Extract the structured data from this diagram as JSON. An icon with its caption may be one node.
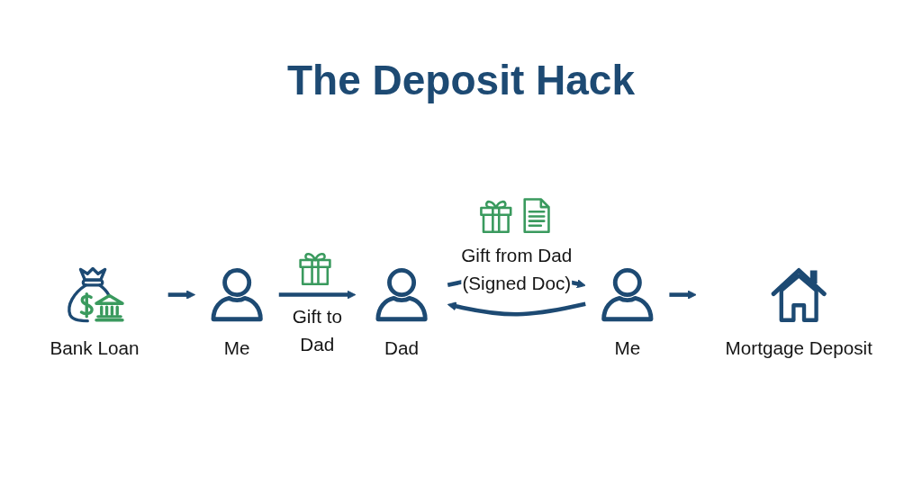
{
  "diagram": {
    "title": "The Deposit Hack",
    "nodes": [
      {
        "text": [
          "Bank Loan"
        ]
      },
      {
        "text": [
          "Me"
        ]
      },
      {
        "text": [
          "Dad"
        ]
      },
      {
        "text": [
          "Me"
        ]
      },
      {
        "text": [
          "Mortgage Deposit"
        ]
      }
    ],
    "edges": [
      {
        "from": 0,
        "to": 1,
        "arrow": "to"
      },
      {
        "from": 1,
        "to": 2,
        "arrow": "to",
        "label": "Gift to Dad"
      },
      {
        "from": 2,
        "to": 3,
        "arrow": "to",
        "label": "Gift from Dad (Signed Doc)"
      },
      {
        "from": 3,
        "to": 2,
        "arrow": "to"
      },
      {
        "from": 3,
        "to": 4,
        "arrow": "to"
      }
    ]
  }
}
